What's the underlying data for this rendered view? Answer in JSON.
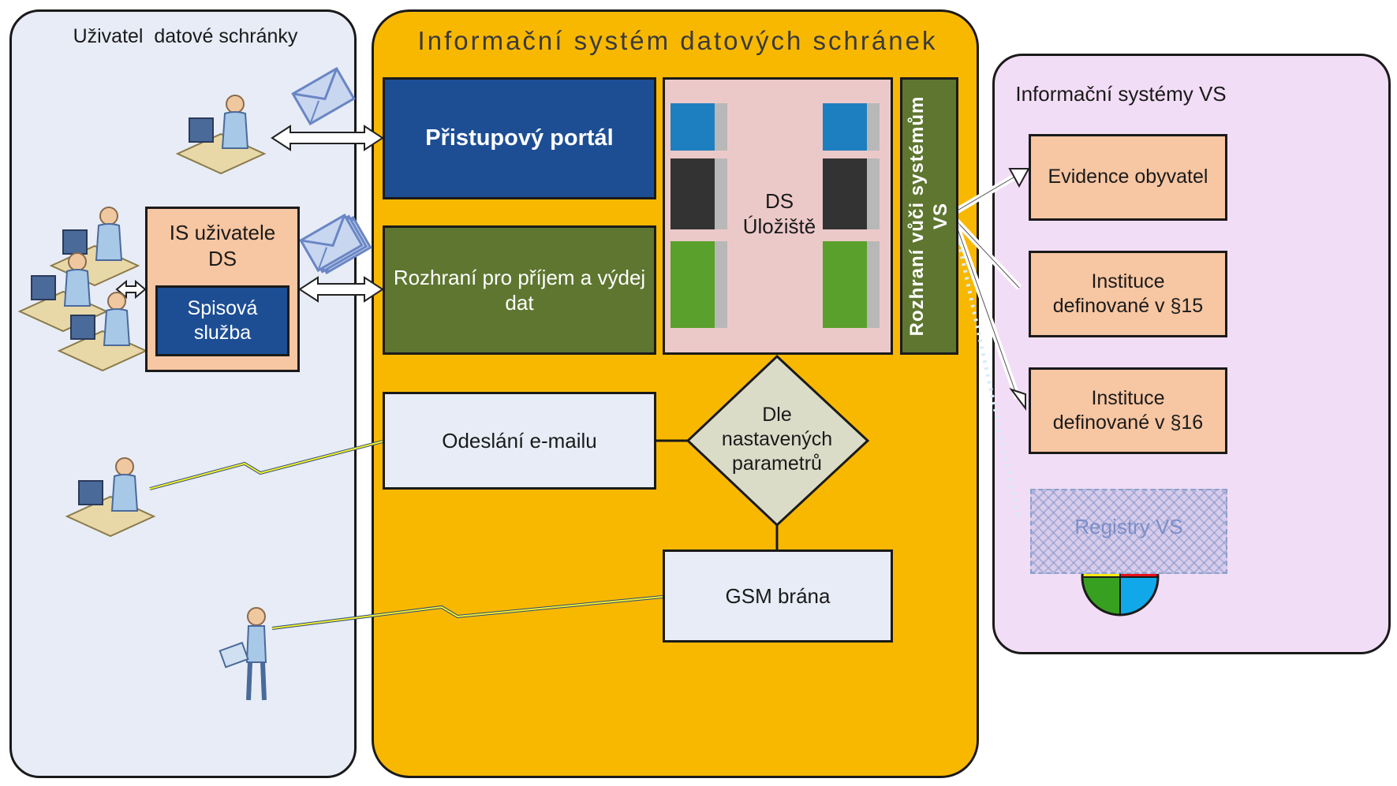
{
  "panels": {
    "user": {
      "title": "Uživatel  datové schránky"
    },
    "isds": {
      "title": "Informační systém datových schránek"
    },
    "vs": {
      "title": "Informační systémy VS"
    }
  },
  "user_panel": {
    "is_box_label": "IS uživatele DS",
    "spisova_label": "Spisová služba"
  },
  "isds_panel": {
    "portal_label": "Přistupový portál",
    "rozhrani_label": "Rozhraní pro příjem a výdej dat",
    "storage_label": "DS Úložiště",
    "vs_interface_label": "Rozhraní vůči systémům VS",
    "email_label": "Odeslání e-mailu",
    "decision_label": "Dle nastavených parametrů",
    "gsm_label": "GSM brána"
  },
  "vs_panel": {
    "items": [
      "Evidence obyvatel",
      "Instituce definované v §15",
      "Instituce definované v §16"
    ],
    "registry_label": "Registry VS"
  },
  "colors": {
    "user_panel_bg": "#e7ecf6",
    "isds_panel_bg": "#f9b800",
    "vs_panel_bg": "#f2ddf6",
    "portal_bg": "#1d4e94",
    "green_box_bg": "#5e7630",
    "storage_bg": "#ecc9c9",
    "peach_box_bg": "#f7c6a2",
    "decision_bg": "#dadcc8"
  }
}
